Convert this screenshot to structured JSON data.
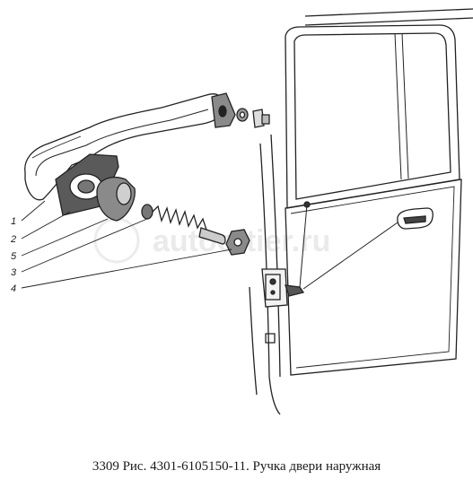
{
  "diagram": {
    "caption": "3309 Рис. 4301-6105150-11. Ручка двери наружная",
    "callouts": [
      "1",
      "2",
      "5",
      "3",
      "4"
    ],
    "watermark": "autooftier.ru"
  }
}
